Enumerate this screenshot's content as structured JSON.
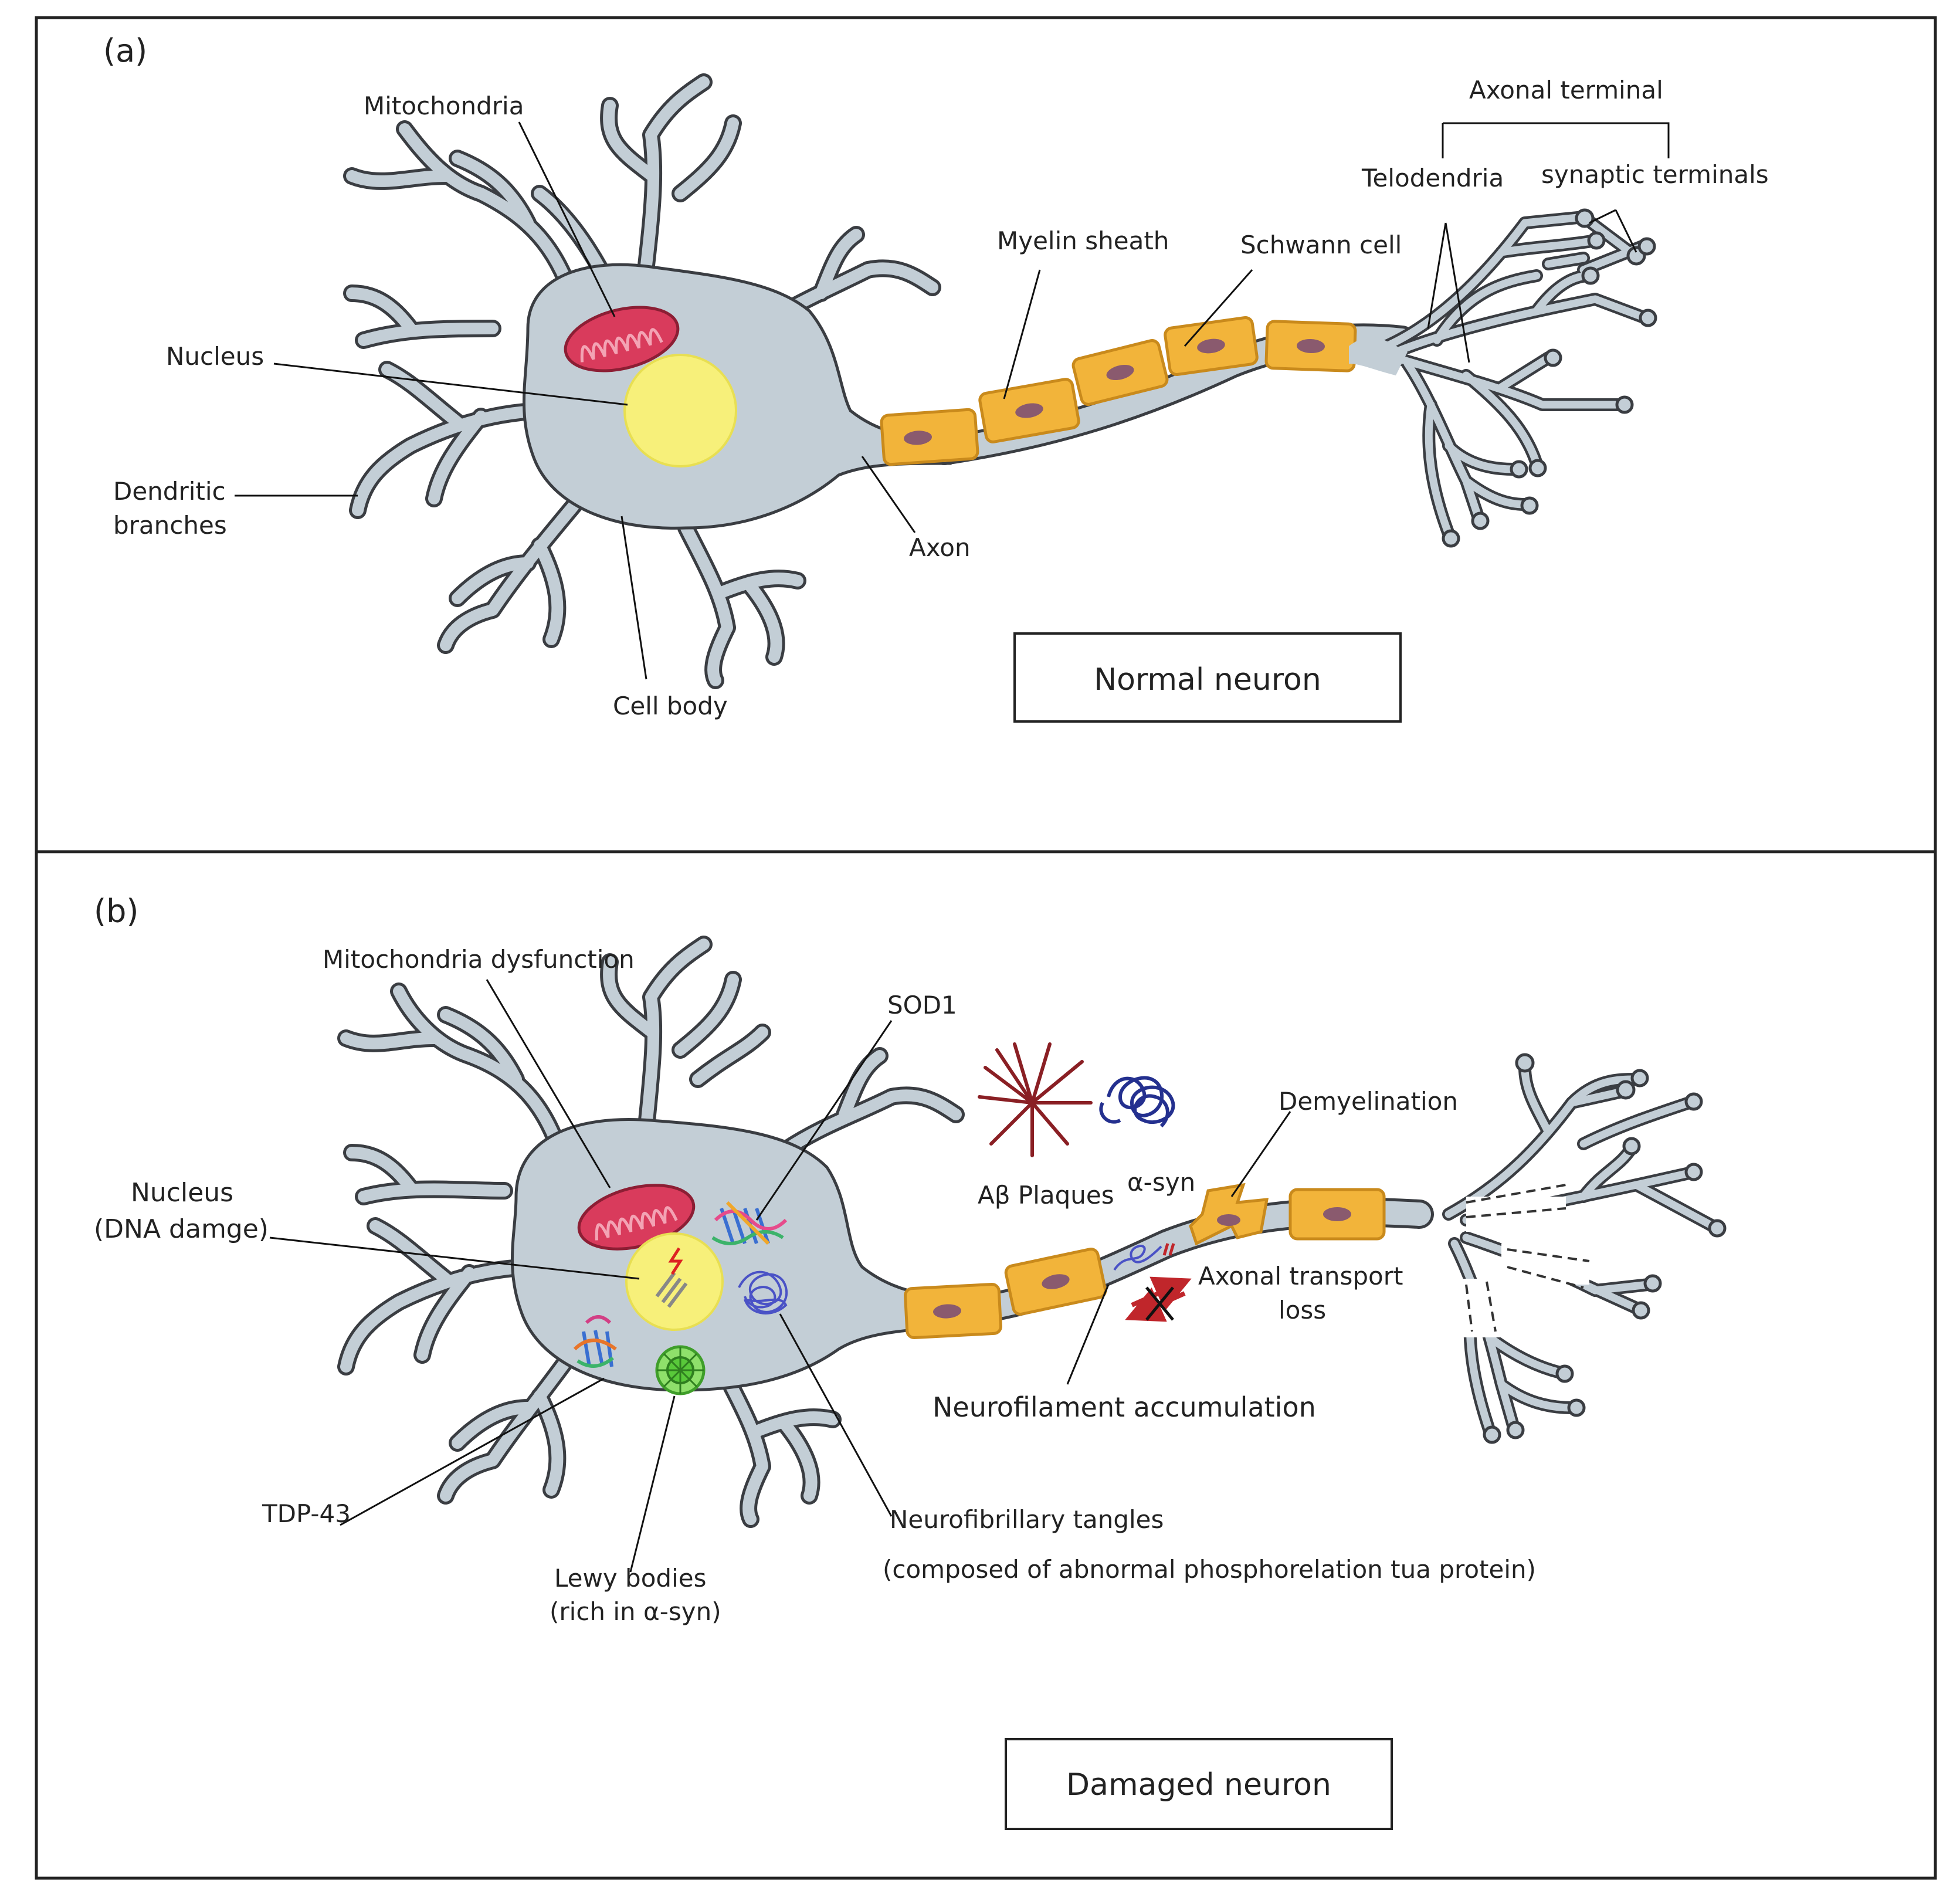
{
  "panels": [
    {
      "tag": "(a)",
      "title": "Normal neuron",
      "labels": {
        "mitochondria": "Mitochondria",
        "nucleus": "Nucleus",
        "dendritic_1": "Dendritic",
        "dendritic_2": "branches",
        "cell_body": "Cell body",
        "axon": "Axon",
        "myelin": "Myelin sheath",
        "schwann": "Schwann cell",
        "axonal_terminal": "Axonal terminal",
        "telodendria": "Telodendria",
        "synaptic": "synaptic terminals"
      }
    },
    {
      "tag": "(b)",
      "title": "Damaged neuron",
      "labels": {
        "mito_dys": "Mitochondria dysfunction",
        "sod1": "SOD1",
        "ab_plaques": "Aβ Plaques",
        "asyn": "α-syn",
        "demyelination": "Demyelination",
        "nucleus_1": "Nucleus",
        "nucleus_2": "(DNA damge)",
        "transport_1": "Axonal transport",
        "transport_2": "loss",
        "neurofilament": "Neurofilament accumulation",
        "tdp43": "TDP-43",
        "tangles_1": "Neurofibrillary tangles",
        "tangles_2": "(composed of abnormal  phosphorelation tua protein)",
        "lewy_1": "Lewy bodies",
        "lewy_2": "(rich in α-syn)"
      }
    }
  ],
  "colors": {
    "neuron_fill": "#c3ced6",
    "neuron_outline": "#3a3d42",
    "myelin": "#f2b43a",
    "nucleus": "#f7f07a",
    "mitochondria": "#d93b5c",
    "plaque": "#8a1f24",
    "asyn": "#24308f",
    "lewy": "#59c93a"
  },
  "icons": [
    "mitochondria-icon",
    "nucleus-icon",
    "protein-structure-icon",
    "amyloid-plaque-icon",
    "alpha-synuclein-icon",
    "lewy-body-icon",
    "blocked-transport-icon",
    "dna-damage-icon"
  ]
}
